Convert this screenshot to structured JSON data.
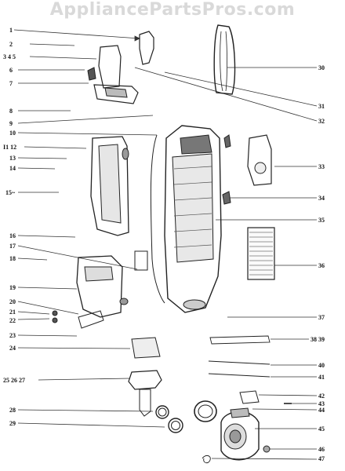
{
  "watermark": "AppliancePartsPros.com",
  "callouts_left": [
    "1",
    "2",
    "3 4 5",
    "6",
    "7",
    "8",
    "9",
    "10",
    "I1 12",
    "13",
    "14",
    "15~",
    "16",
    "17",
    "18",
    "19",
    "20",
    "21",
    "22",
    "23",
    "24",
    "25 26 27",
    "28",
    "29"
  ],
  "callouts_right": [
    "30",
    "31",
    "32",
    "33",
    "34",
    "35",
    "36",
    "37",
    "38 39",
    "40",
    "41",
    "42",
    "43",
    "44",
    "45",
    "46",
    "47"
  ]
}
